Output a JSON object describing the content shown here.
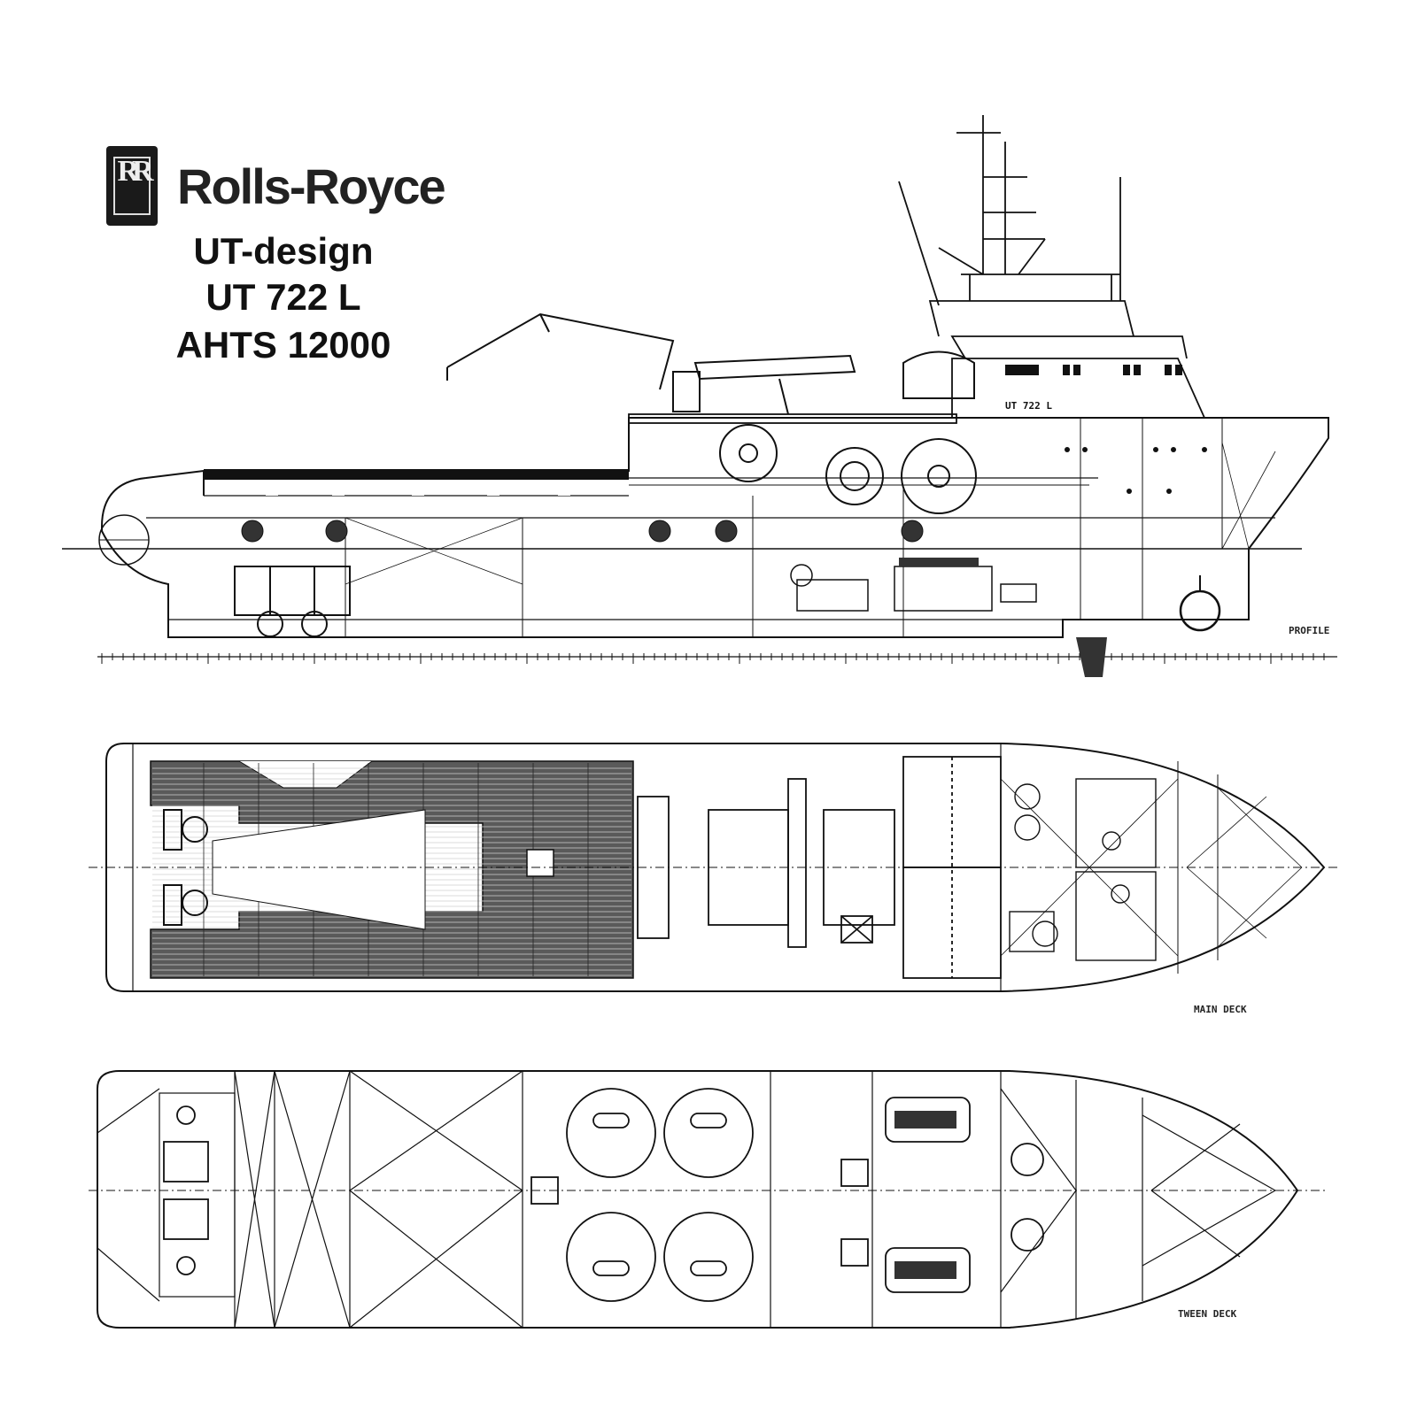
{
  "brand": {
    "name": "Rolls-Royce",
    "logo": "rr-monogram-badge"
  },
  "design": {
    "line1": "UT-design",
    "line2": "UT 722 L",
    "line3": "AHTS 12000"
  },
  "views": {
    "profile": {
      "label": "PROFILE",
      "hull_marking": "UT 722 L"
    },
    "main_deck": {
      "label": "MAIN DECK"
    },
    "tween_deck": {
      "label": "TWEEN DECK"
    }
  },
  "colors": {
    "line": "#111111",
    "deck_fill": "#555555",
    "paper": "#ffffff"
  }
}
